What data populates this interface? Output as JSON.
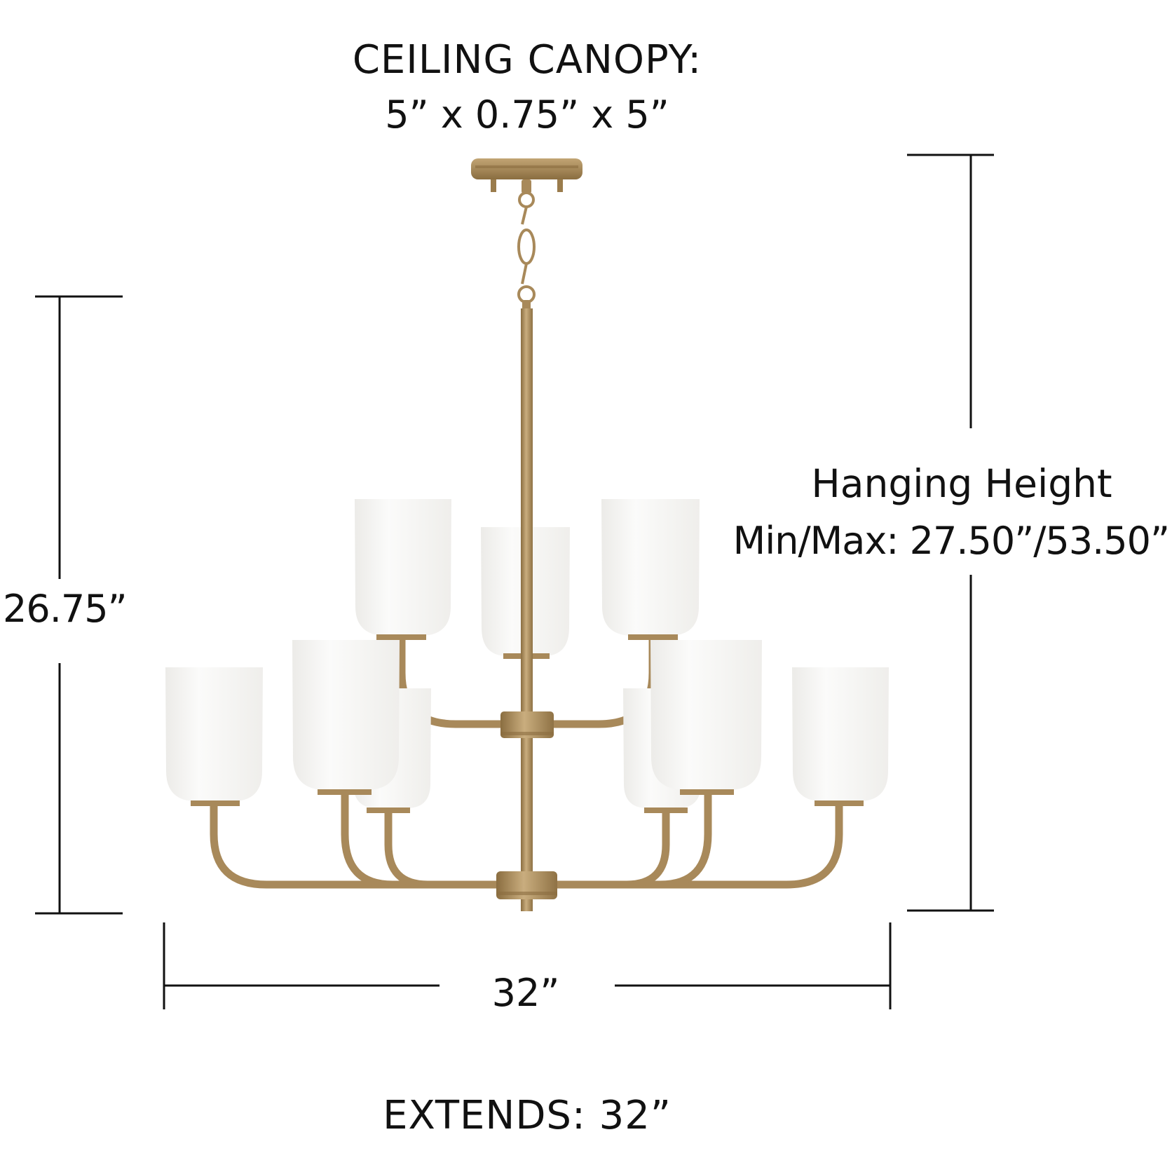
{
  "canopy": {
    "title": "CEILING CANOPY:",
    "dimensions": "5” x 0.75” x 5”"
  },
  "hanging_height": {
    "title": "Hanging Height",
    "value": "Min/Max: 27.50”/53.50”"
  },
  "fixture_height": {
    "value": "26.75”"
  },
  "fixture_width": {
    "value": "32”"
  },
  "extends": {
    "label": "EXTENDS: 32”"
  },
  "product": {
    "lights": 9,
    "tiers": 2,
    "finish_color": "#a8895a",
    "finish_dark": "#8a6d40",
    "finish_light": "#c9ad7e",
    "shade_color": "#f7f6f4"
  },
  "colors": {
    "dimension_line": "#111111",
    "text": "#111111",
    "background": "#ffffff"
  }
}
